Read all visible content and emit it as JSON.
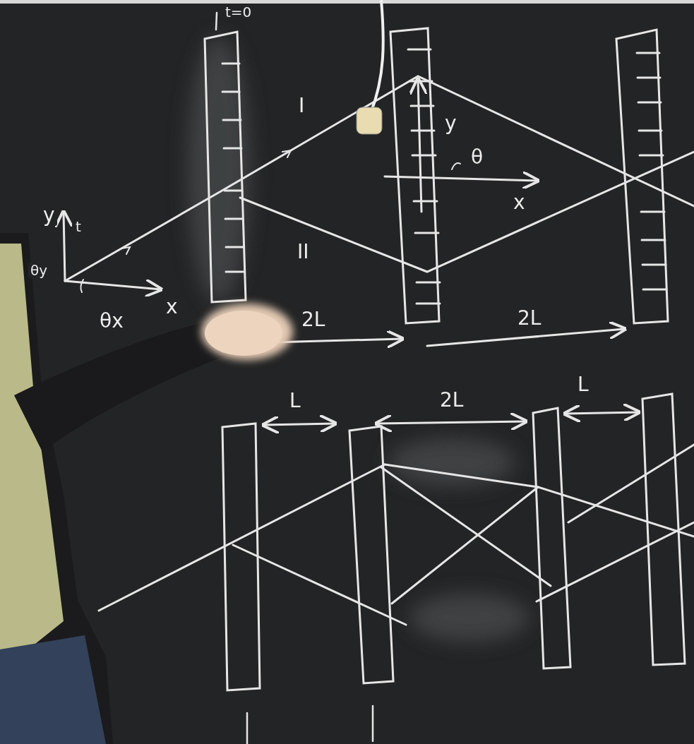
{
  "diagram": {
    "labels": [
      "t=0",
      "I",
      "II",
      "y",
      "θ",
      "x",
      "y",
      "t",
      "θy",
      "θx",
      "x",
      "2L",
      "2L",
      "L",
      "2L",
      "L"
    ]
  }
}
